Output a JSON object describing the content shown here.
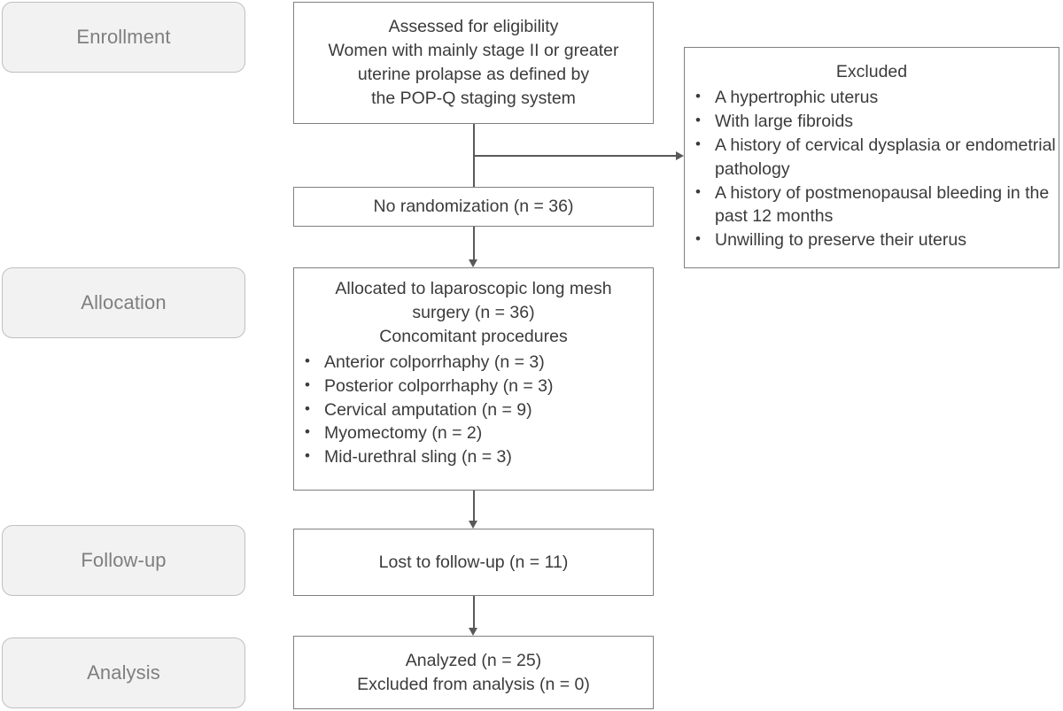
{
  "diagram": {
    "type": "consort-flow-diagram",
    "colors": {
      "pill_fill": "#f2f2f2",
      "pill_border": "#bfbfbf",
      "pill_text": "#7f7f7f",
      "box_border": "#808080",
      "box_text": "#3b3b3b",
      "connector": "#595959",
      "background": "#ffffff"
    }
  },
  "stages": [
    {
      "label": "Enrollment"
    },
    {
      "label": "Allocation"
    },
    {
      "label": "Follow-up"
    },
    {
      "label": "Analysis"
    }
  ],
  "boxes": {
    "eligibility": {
      "lines": [
        "Assessed for eligibility",
        "Women with mainly stage II or greater",
        "uterine prolapse as defined by",
        "the POP-Q staging system"
      ]
    },
    "excluded": {
      "title": "Excluded",
      "items": [
        "A hypertrophic uterus",
        "With large fibroids",
        "A history of cervical dysplasia or endometrial pathology",
        "A history of postmenopausal bleeding in the past 12 months",
        "Unwilling to preserve their uterus"
      ]
    },
    "no_randomization": {
      "lines": [
        "No randomization (n = 36)"
      ]
    },
    "allocation": {
      "lines": [
        "Allocated to laparoscopic long mesh",
        "surgery (n = 36)",
        "Concomitant procedures"
      ],
      "items": [
        "Anterior colporrhaphy (n = 3)",
        "Posterior colporrhaphy (n = 3)",
        "Cervical amputation (n = 9)",
        "Myomectomy (n = 2)",
        "Mid-urethral sling (n = 3)"
      ]
    },
    "follow_up": {
      "lines": [
        "Lost to follow-up (n = 11)"
      ]
    },
    "analysis": {
      "lines": [
        "Analyzed (n = 25)",
        "Excluded from analysis (n = 0)"
      ]
    }
  }
}
